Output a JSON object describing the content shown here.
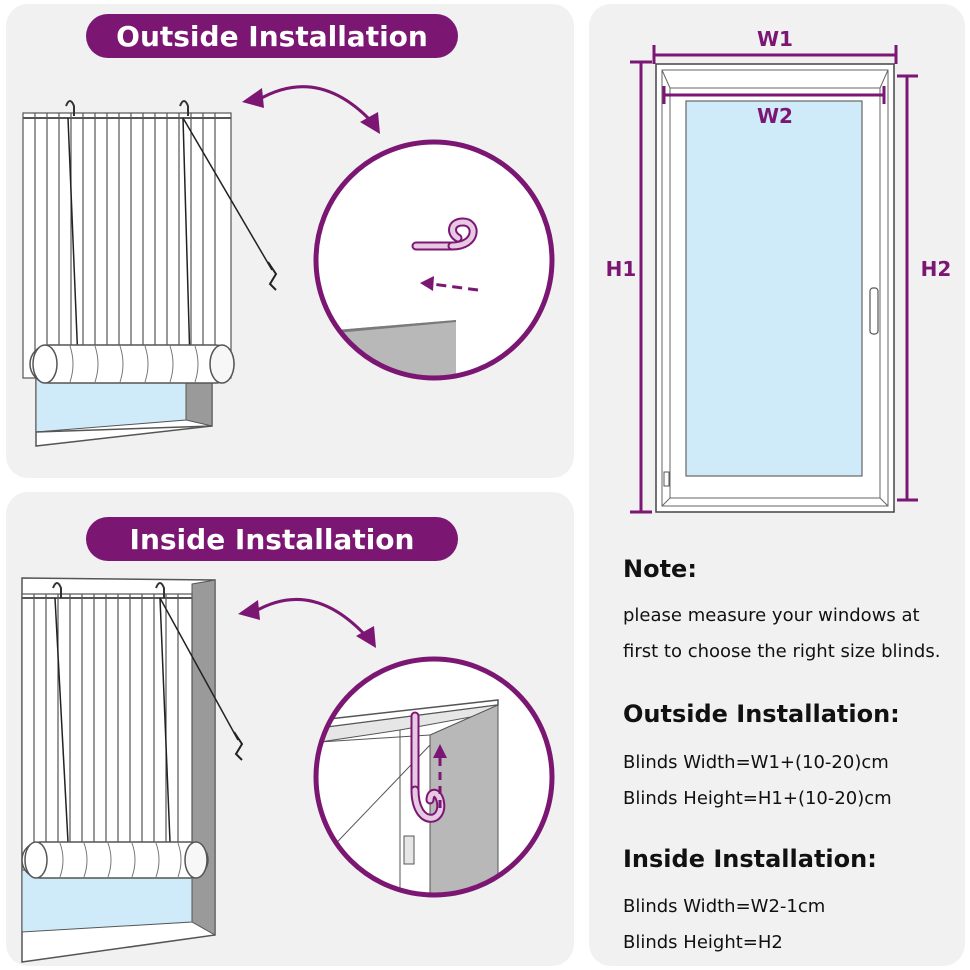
{
  "outside_panel": {
    "title": "Outside Installation"
  },
  "inside_panel": {
    "title": "Inside Installation"
  },
  "measure_diagram": {
    "labels": {
      "w1": "W1",
      "w2": "W2",
      "h1": "H1",
      "h2": "H2"
    },
    "colors": {
      "accent": "#7b1773",
      "glass": "#cfeaf8",
      "frame": "#ffffff",
      "panel_bg": "#f1f1f1"
    }
  },
  "note": {
    "heading": "Note:",
    "lines": [
      "please measure your windows at",
      "first to choose the right size blinds."
    ]
  },
  "outside_formula": {
    "heading": "Outside Installation:",
    "width": "Blinds Width=W1+(10-20)cm",
    "height": "Blinds Height=H1+(10-20)cm"
  },
  "inside_formula": {
    "heading": "Inside Installation:",
    "width": "Blinds Width=W2-1cm",
    "height": "Blinds Height=H2"
  },
  "icons": [
    "curved-arrow-icon",
    "screw-hook-icon",
    "dashed-arrow-icon"
  ]
}
